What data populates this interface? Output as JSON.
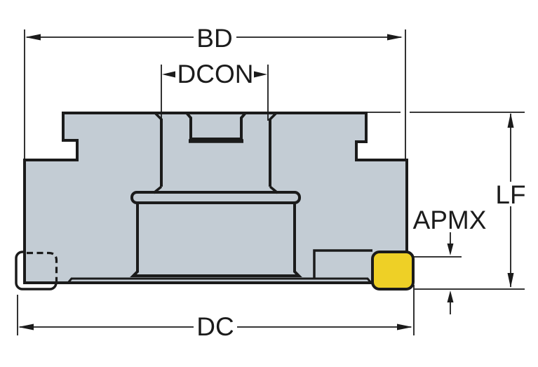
{
  "diagram": {
    "dimension_labels": {
      "bd": "BD",
      "dcon": "DCON",
      "lf": "LF",
      "apmx": "APMX",
      "dc": "DC"
    },
    "colors": {
      "body_fill": "#c3ccd4",
      "insert_fill": "#eed026",
      "line": "#1b1b1b",
      "background": "#ffffff"
    }
  }
}
